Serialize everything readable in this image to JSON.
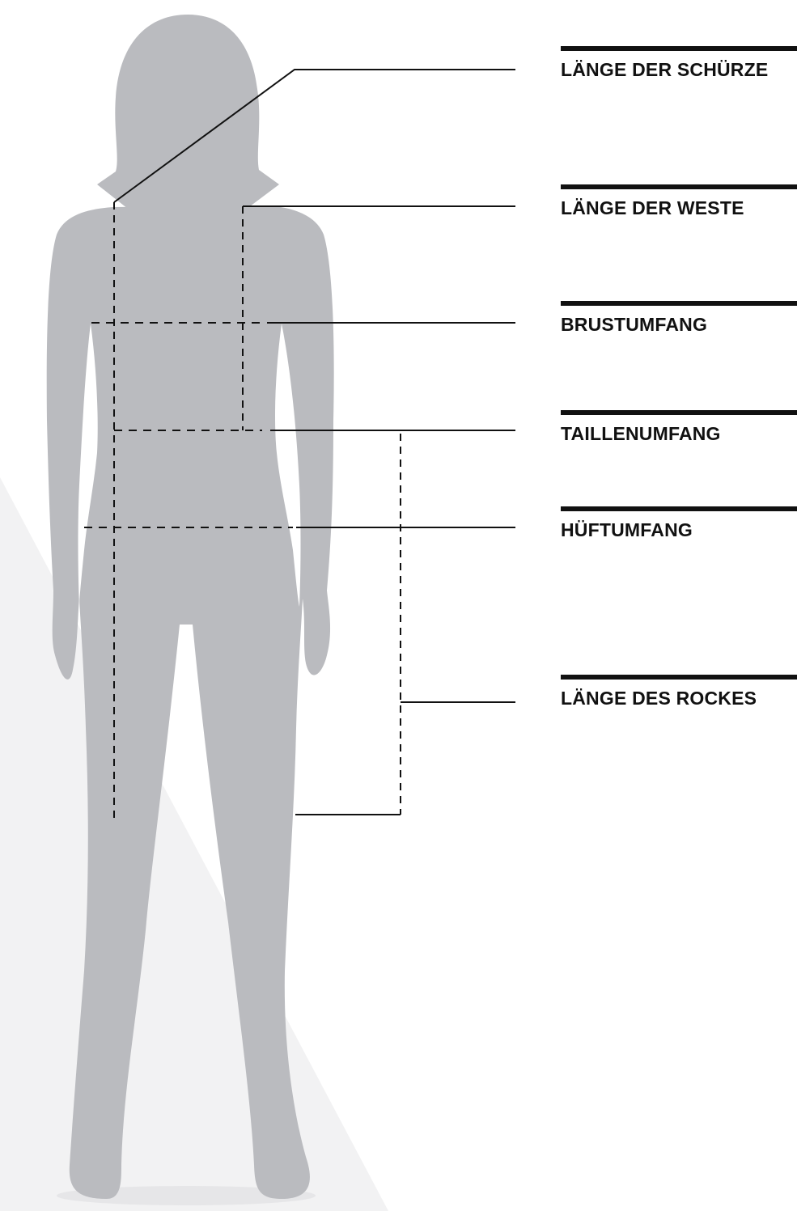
{
  "labels": {
    "apron_length": "LÄNGE DER SCHÜRZE",
    "vest_length": "LÄNGE DER WESTE",
    "chest": "BRUSTUMFANG",
    "waist": "TAILLENUMFANG",
    "hip": "HÜFTUMFANG",
    "skirt_length": "LÄNGE DES ROCKES"
  },
  "colors": {
    "figure": "#babbbf",
    "background_triangle": "#f2f2f3",
    "line": "#111111"
  }
}
